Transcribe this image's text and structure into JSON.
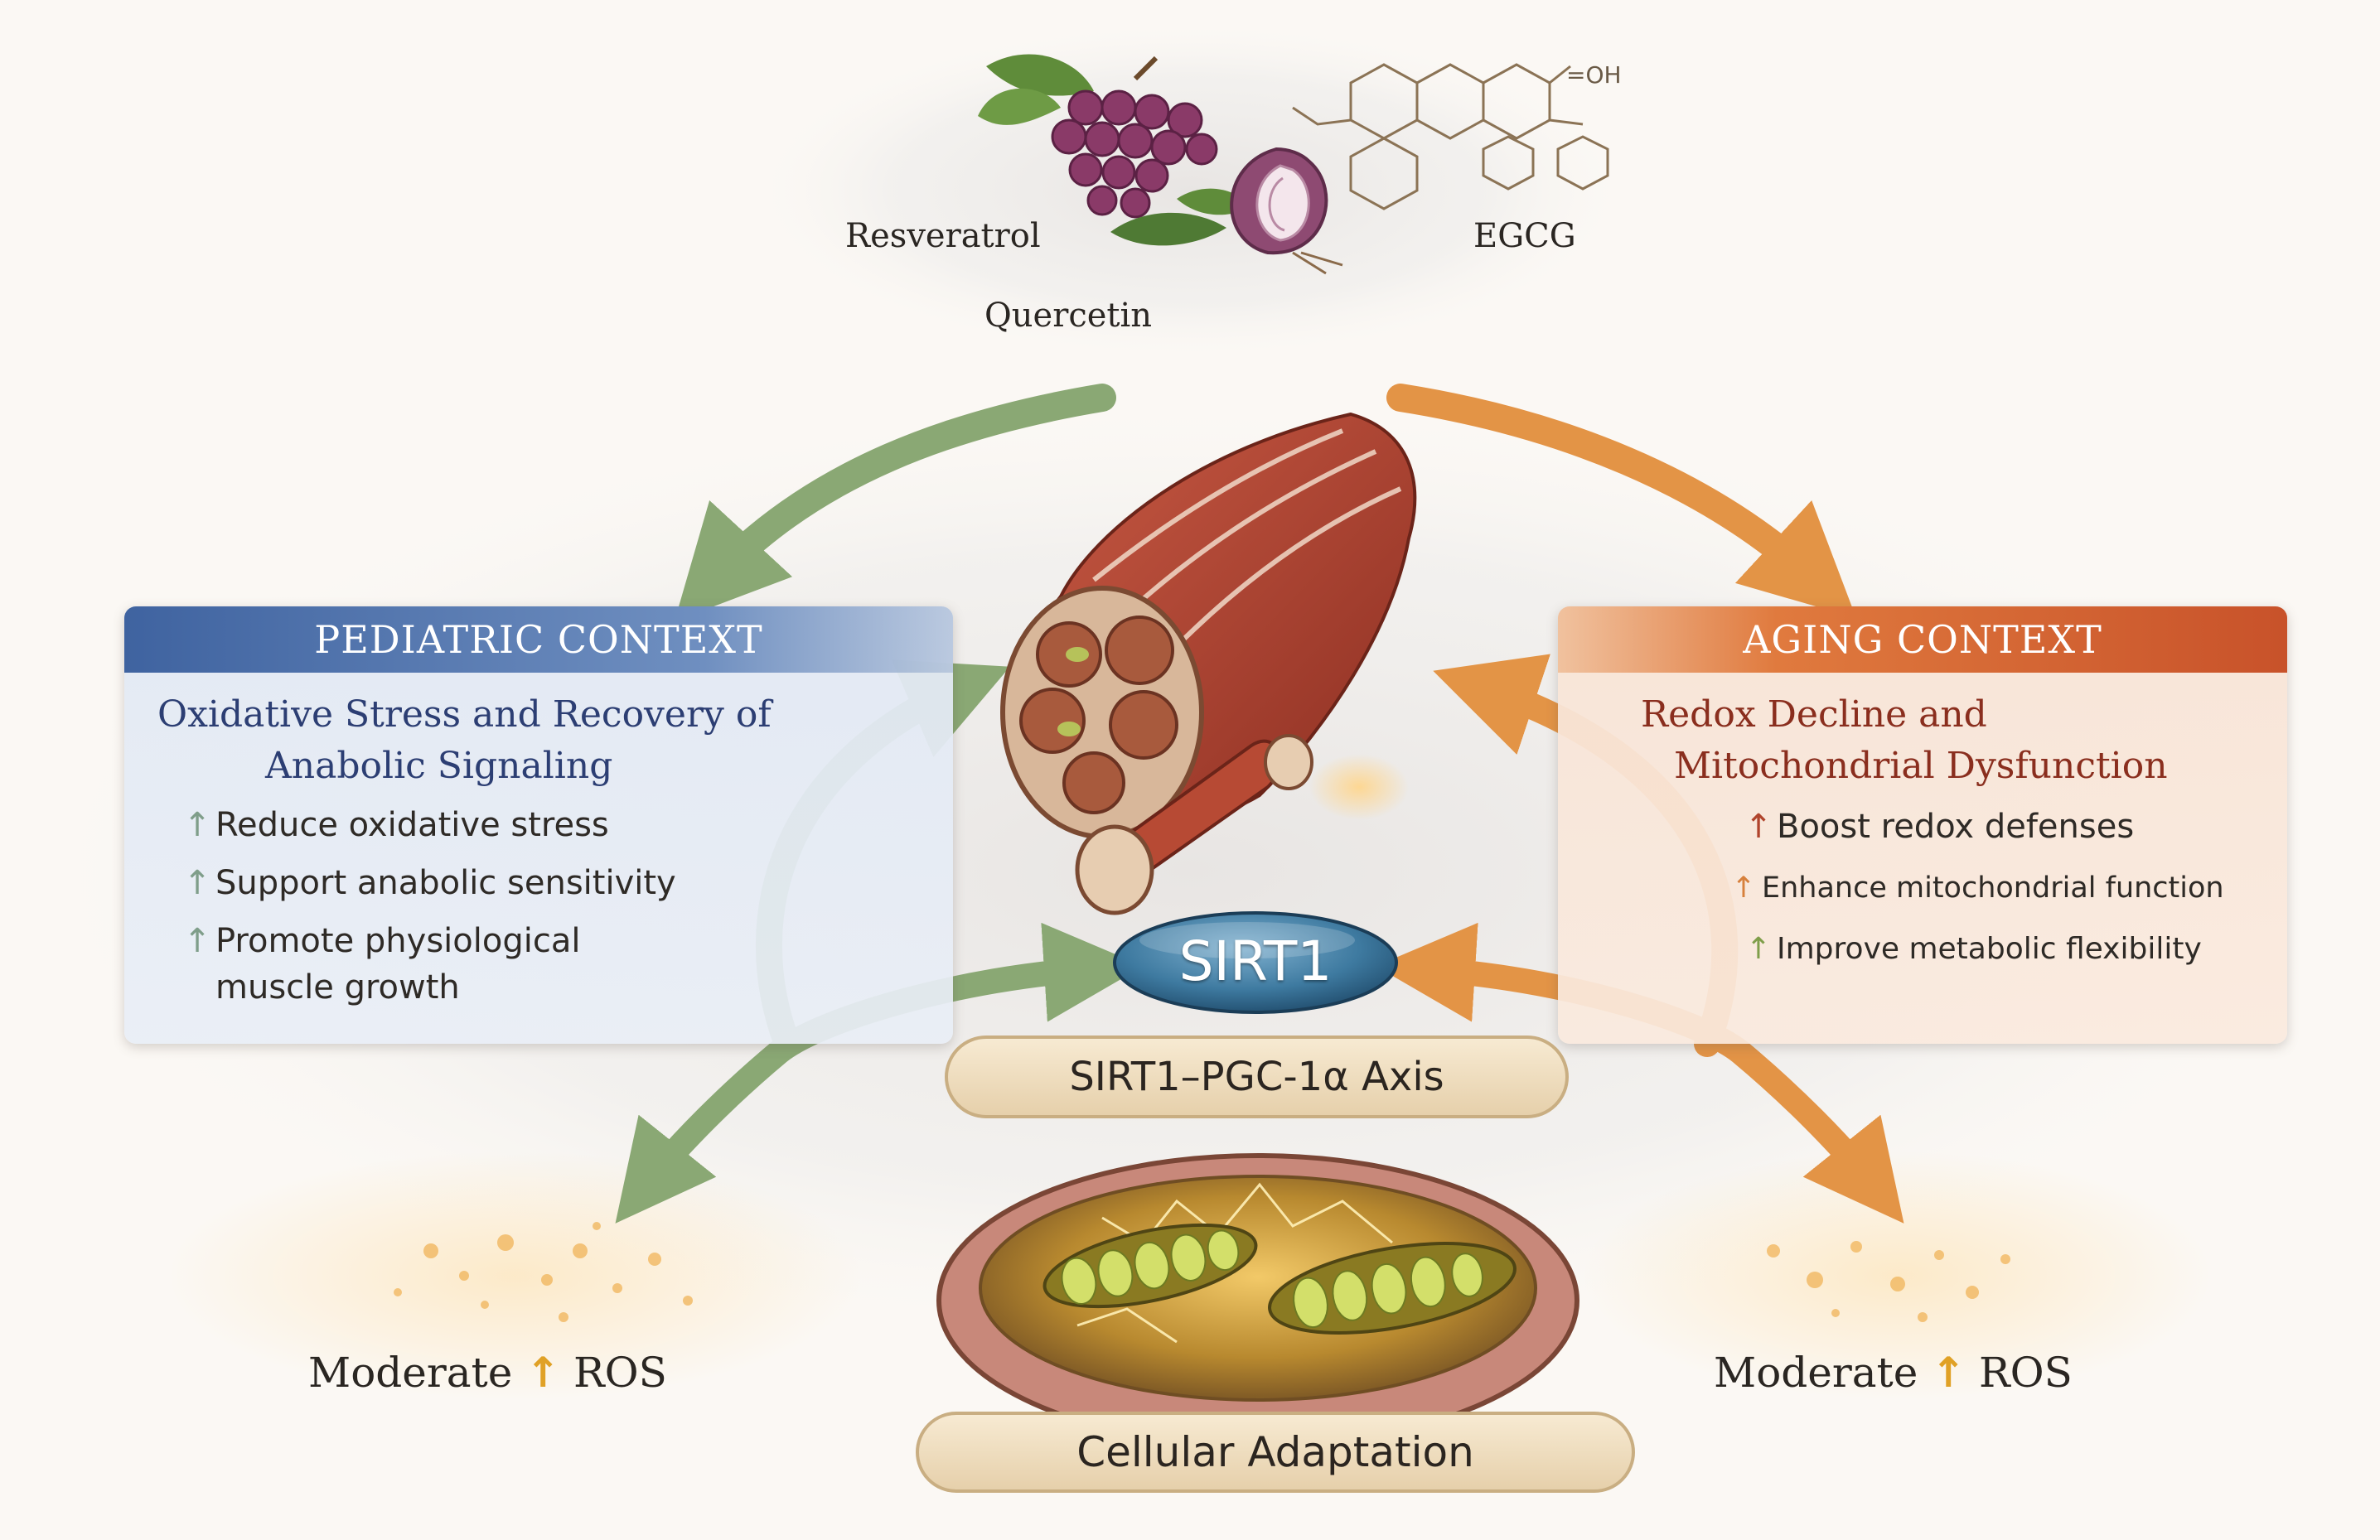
{
  "compounds": {
    "resveratrol": "Resveratrol",
    "egcg": "EGCG",
    "quercetin": "Quercetin",
    "formula_label": "=OH"
  },
  "pediatric": {
    "title": "PEDIATRIC CONTEXT",
    "subtitle_line1": "Oxidative Stress and Recovery of",
    "subtitle_line2": "Anabolic Signaling",
    "bullets": [
      {
        "line1": "Reduce oxidative stress",
        "line2": ""
      },
      {
        "line1": "Support anabolic sensitivity",
        "line2": ""
      },
      {
        "line1": "Promote physiological",
        "line2": "muscle growth"
      }
    ]
  },
  "aging": {
    "title": "AGING CONTEXT",
    "subtitle_line1": "Redox Decline and",
    "subtitle_line2": "Mitochondrial Dysfunction",
    "bullets": [
      {
        "text": "Boost redox defenses"
      },
      {
        "text": "Enhance mitochondrial function"
      },
      {
        "text": "Improve metabolic flexibility"
      }
    ]
  },
  "center": {
    "sirt1": "SIRT1",
    "axis": "SIRT1–PGC-1α Axis",
    "adaptation": "Cellular Adaptation"
  },
  "ros": {
    "left": {
      "word": "Moderate",
      "suffix": "ROS"
    },
    "right": {
      "word": "Moderate",
      "suffix": "ROS"
    }
  },
  "colors": {
    "pediatric_header": "#4a6fa5",
    "aging_header": "#d86a37",
    "pediatric_arrows": "#8aa874",
    "aging_arrows": "#e39446",
    "sirt1_fill": "#3e7aa0",
    "up_arrow_gold": "#e0a126",
    "up_arrow_green": "#7f9e8a",
    "up_arrow_red": "#b0442c"
  },
  "icons": [
    "grape-icon",
    "onion-icon",
    "leaf-icon",
    "molecule-icon",
    "muscle-bundle-icon",
    "mitochondria-cell-icon",
    "up-arrow-icon"
  ]
}
